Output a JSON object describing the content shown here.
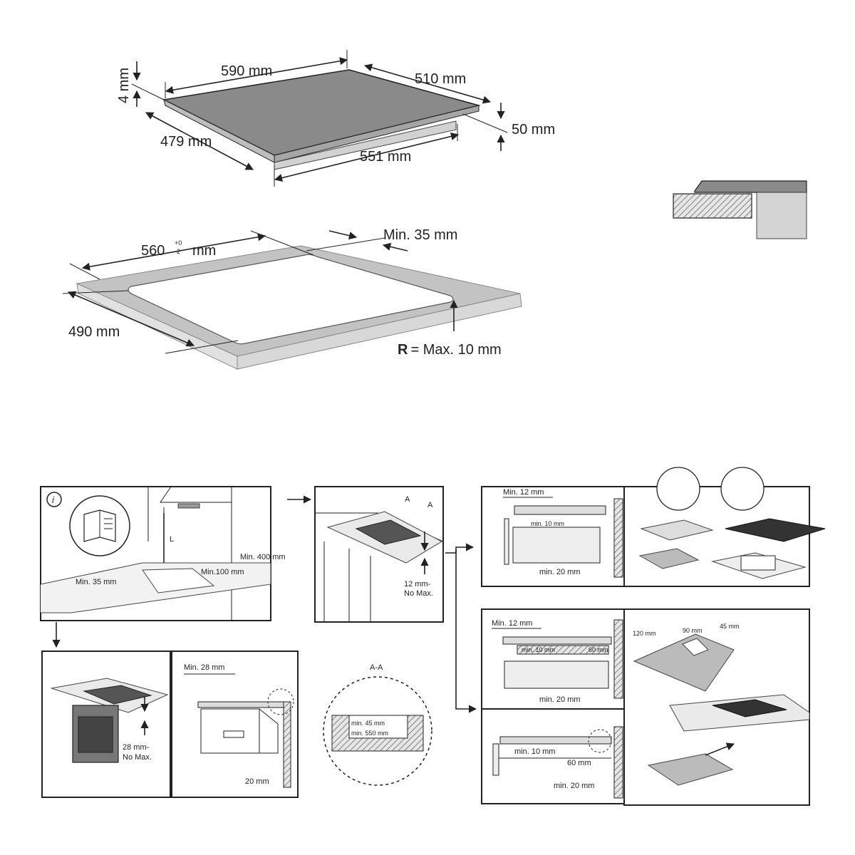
{
  "hob_dimensions": {
    "width": "590 mm",
    "depth": "510 mm",
    "glass_thickness": "4 mm",
    "height": "50 mm",
    "base_depth": "479 mm",
    "base_width": "551 mm"
  },
  "cutout": {
    "width_main": "560",
    "width_tolerance_top": "+0",
    "width_tolerance_bottom": "-2",
    "width_unit": "mm",
    "depth": "490 mm",
    "min_edge": "Min. 35 mm",
    "radius_bold": "R",
    "radius_text": "= Max. 10 mm"
  },
  "kitchen_panel": {
    "info_icon": "i",
    "hood_label": "L",
    "min_400": "Min. 400 mm",
    "min_100": "Min.100 mm",
    "min_35": "Min. 35 mm"
  },
  "worktop_panel": {
    "section_a1": "A",
    "section_a2": "A",
    "min_12": "12 mm-",
    "no_max": "No Max."
  },
  "oven_panel": {
    "min_28": "28 mm-",
    "no_max": "No Max."
  },
  "oven_section": {
    "min_28": "Min. 28 mm",
    "gap_20": "20 mm"
  },
  "aa_section": {
    "title": "A-A",
    "min_45": "min. 45 mm",
    "min_550": "min. 550 mm"
  },
  "drawer_top": {
    "min_12": "Min. 12 mm",
    "min_10": "min. 10 mm",
    "min_20": "min. 20 mm"
  },
  "drawer_mid": {
    "min_12": "Min. 12 mm",
    "min_10": "min. 10 mm",
    "gap_60": "60 mm",
    "min_20": "min. 20 mm"
  },
  "drawer_bottom": {
    "min_10": "min. 10 mm",
    "gap_60": "60 mm",
    "min_20": "min. 20 mm"
  },
  "ventilation_panel": {
    "cut_120": "120 mm",
    "cut_90": "90 mm",
    "cut_45": "45 mm"
  }
}
